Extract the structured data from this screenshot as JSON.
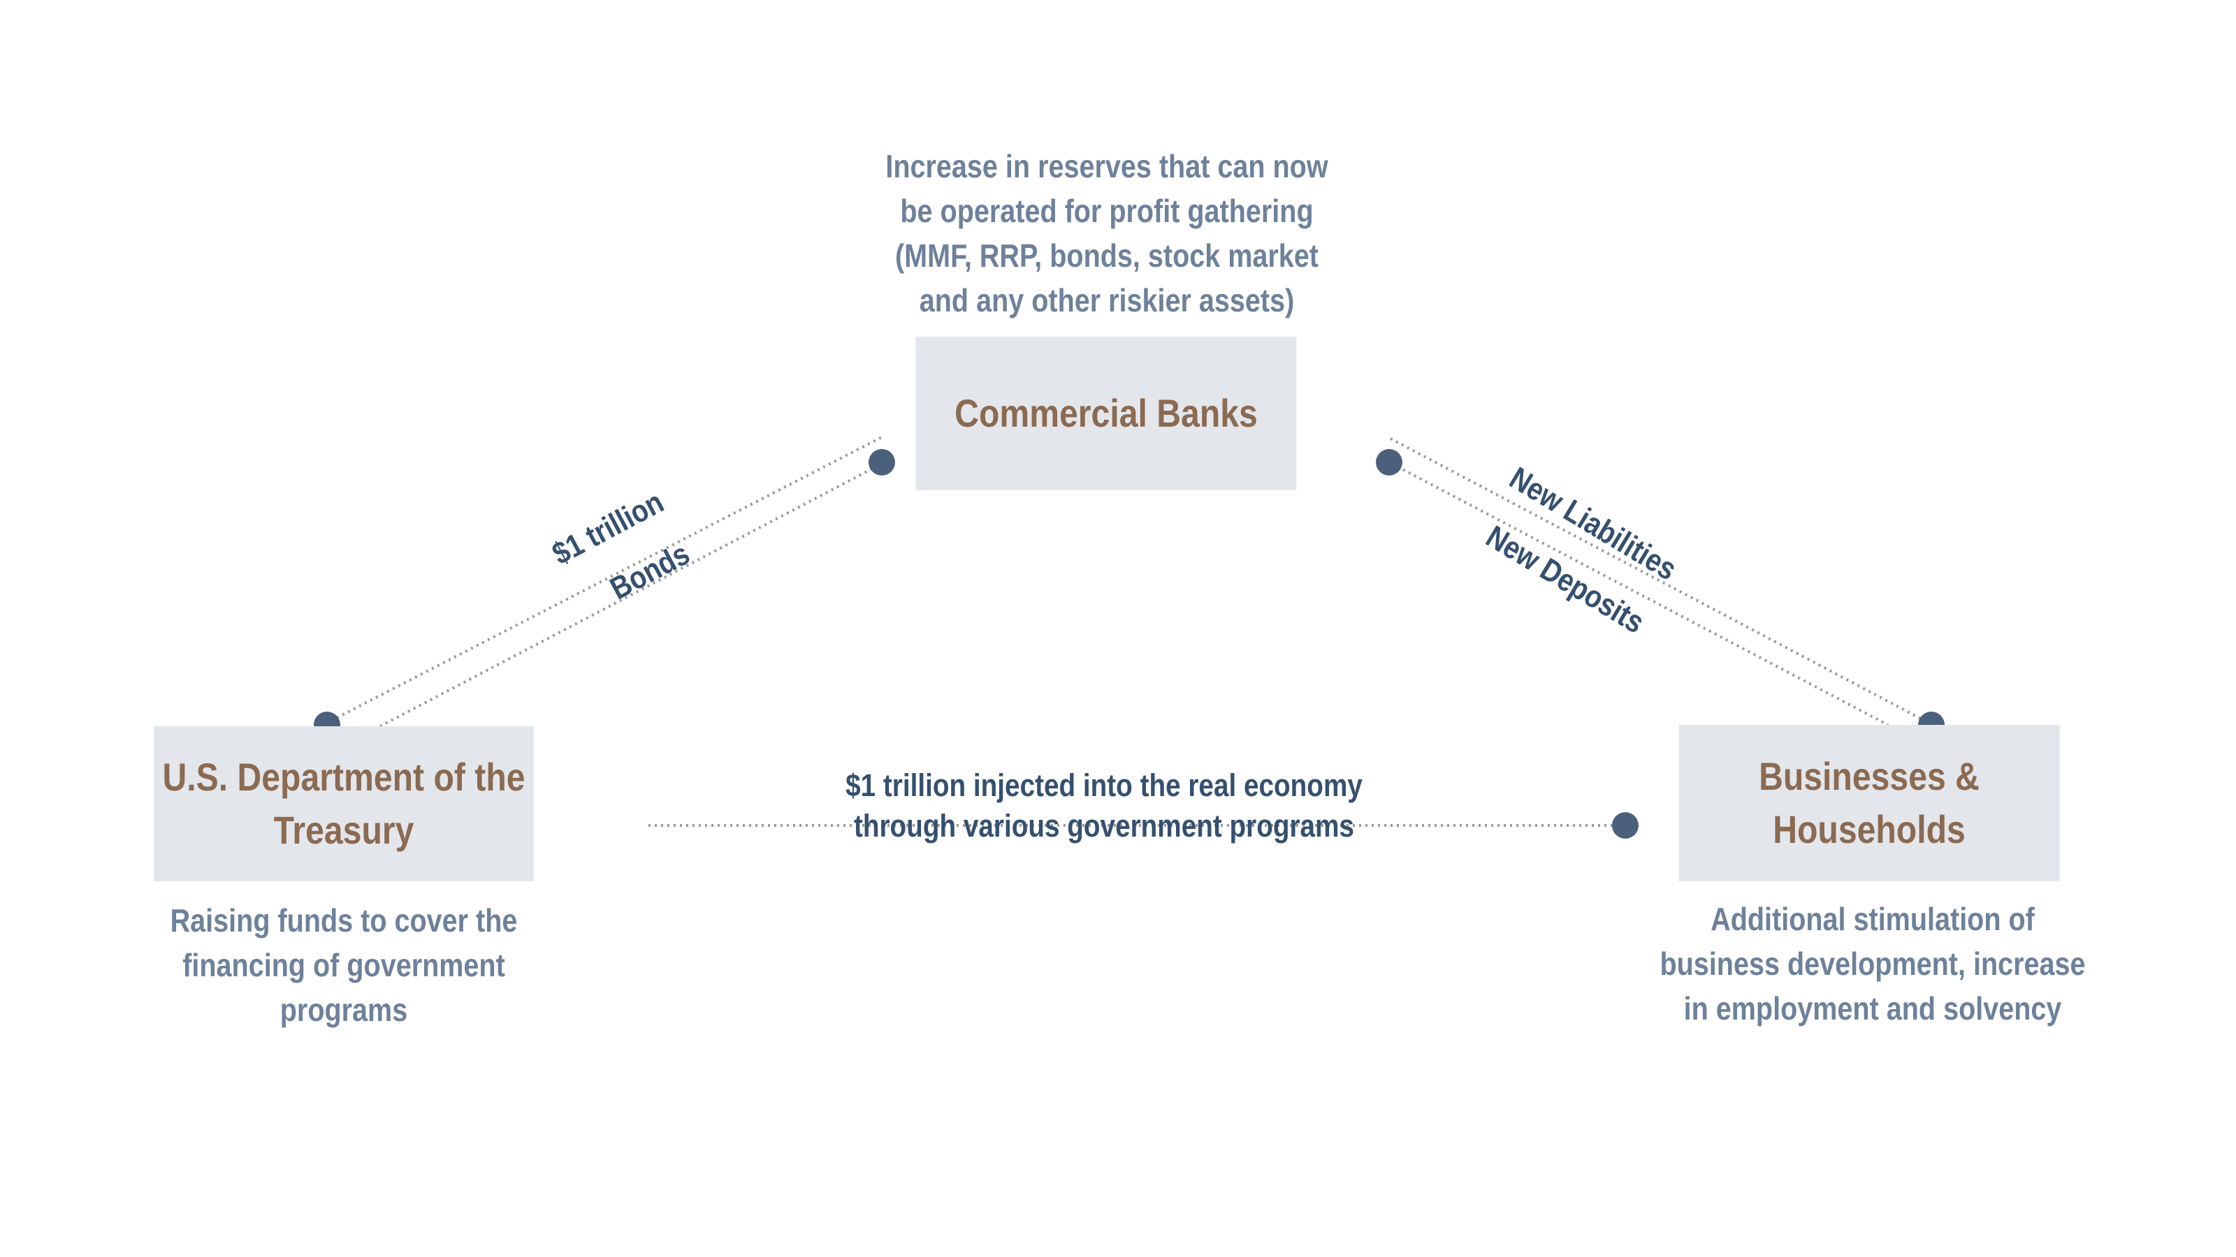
{
  "colors": {
    "box_fill": "#e3e6ea",
    "box_text": "#8b6a52",
    "description_text": "#6e819b",
    "flow_label_text": "#35506f",
    "dot": "#4b607a",
    "dotted_line": "#9a9a9a"
  },
  "nodes": {
    "banks": {
      "title": "Commercial Banks",
      "description": [
        "Increase in reserves that can now",
        "be operated for profit gathering",
        "(MMF, RRP, bonds, stock market",
        "and any other riskier assets)"
      ]
    },
    "treasury": {
      "title_lines": [
        "U.S. Department of the",
        "Treasury"
      ],
      "description": [
        "Raising funds to cover the",
        "financing of government",
        "programs"
      ]
    },
    "business": {
      "title": "Businesses & Households",
      "description": [
        "Additional stimulation of",
        "business development, increase",
        "in employment and solvency"
      ]
    }
  },
  "flows": {
    "treasury_banks": {
      "top_label": "$1 trillion",
      "bottom_label": "Bonds"
    },
    "banks_business": {
      "top_label": "New Liabilities",
      "bottom_label": "New Deposits"
    },
    "treasury_business": {
      "label": [
        "$1 trillion injected into the real economy",
        "through various government programs"
      ]
    }
  }
}
